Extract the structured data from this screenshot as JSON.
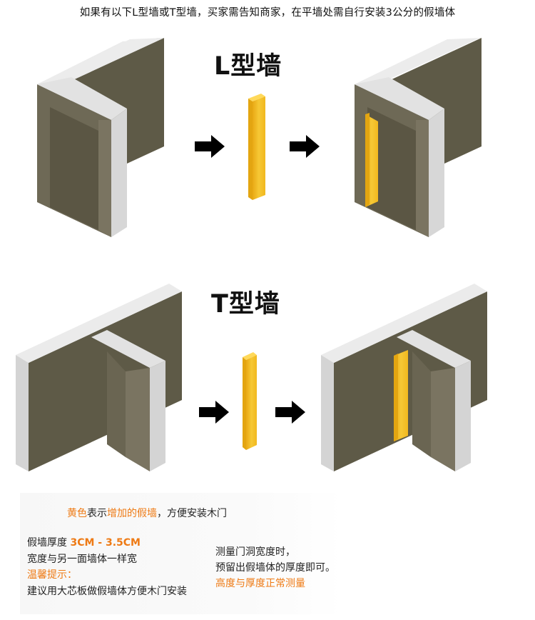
{
  "header": {
    "text": "如果有以下L型墙或T型墙，买家需告知商家，在平墙处需自行安装3公分的假墙体"
  },
  "sections": {
    "l_wall": {
      "title": "L型墙"
    },
    "t_wall": {
      "title": "T型墙"
    }
  },
  "colors": {
    "wall_face": "#5e5a47",
    "wall_side": "#7a7461",
    "wall_edge": "#d4d4d4",
    "wall_top": "#ebebeb",
    "false_wall": "#f3c02c",
    "accent_orange": "#ee7a14"
  },
  "icons": [
    "arrow-right-icon"
  ],
  "notes": {
    "line1": {
      "part1": "黄色",
      "part2": "表示",
      "part3": "增加的假墙",
      "part4": "，方便安装木门"
    },
    "thickness": {
      "label": "假墙厚度 ",
      "value": "3CM - 3.5CM"
    },
    "width_line": "宽度与另一面墙体一样宽",
    "tip_label": "温馨提示：",
    "tip_text": "建议用大芯板做假墙体方便木门安装",
    "measure1": "测量门洞宽度时，",
    "measure2": "预留出假墙体的厚度即可。",
    "measure3": "高度与厚度正常测量"
  }
}
